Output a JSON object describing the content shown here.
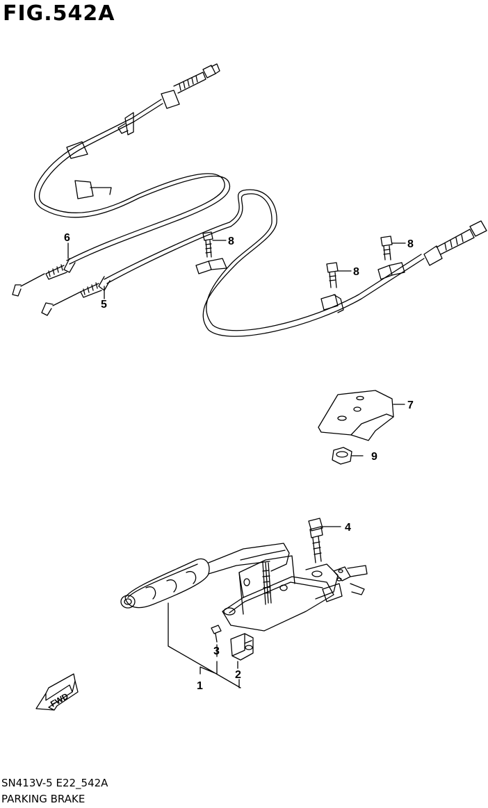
{
  "figure": {
    "title": "FIG.542A"
  },
  "callouts": {
    "c1": "1",
    "c2": "2",
    "c3": "3",
    "c4": "4",
    "c5": "5",
    "c6": "6",
    "c7": "7",
    "c8a": "8",
    "c8b": "8",
    "c8c": "8",
    "c9": "9"
  },
  "fwd_label": "FWD",
  "footer": {
    "code": "SN413V-5 E22_542A",
    "name": "PARKING BRAKE"
  }
}
